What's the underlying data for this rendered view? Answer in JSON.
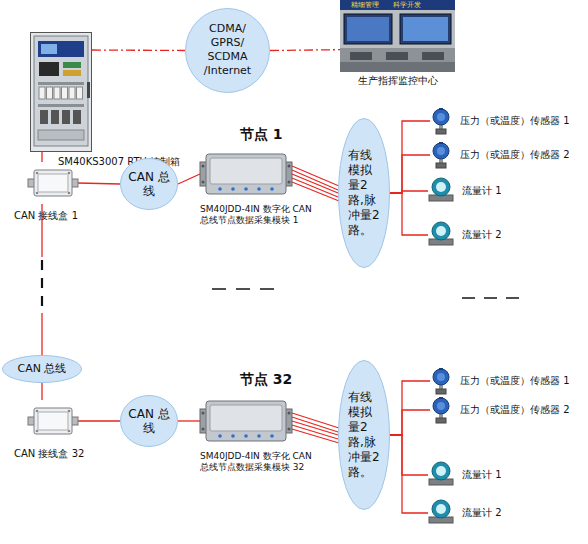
{
  "diagram": {
    "nodes": [
      {
        "text": [
          "SM40KS3007 RTU 控制箱"
        ]
      },
      {
        "text": [
          "CDMA/ GPRS/ SCDMA /Internet"
        ]
      },
      {
        "text": [
          "生产指挥监控中心"
        ]
      },
      {
        "text": [
          "CAN 接线盒 1"
        ]
      },
      {
        "text": [
          "CAN 总线"
        ]
      },
      {
        "text": [
          "节点 1",
          "SM40JDD-4IN 数字化 CAN 总线节点数据采集模块 1"
        ]
      },
      {
        "text": [
          "有线模拟量2路,脉冲量2路。"
        ]
      },
      {
        "text": [
          "压力（或温度）传感器 1"
        ]
      },
      {
        "text": [
          "压力（或温度）传感器 2"
        ]
      },
      {
        "text": [
          "流量计 1"
        ]
      },
      {
        "text": [
          "流量计 2"
        ]
      },
      {
        "text": [
          "CAN 总线"
        ]
      },
      {
        "text": [
          "CAN 接线盒 32"
        ]
      },
      {
        "text": [
          "CAN 总线"
        ]
      },
      {
        "text": [
          "节点 32",
          "SM40JDD-4IN 数字化 CAN 总线节点数据采集模块 32"
        ]
      },
      {
        "text": [
          "有线模拟量2路,脉冲量2路。"
        ]
      },
      {
        "text": [
          "压力（或温度）传感器 1"
        ]
      },
      {
        "text": [
          "压力（或温度）传感器 2"
        ]
      },
      {
        "text": [
          "流量计 1"
        ]
      },
      {
        "text": [
          "流量计 2"
        ]
      }
    ],
    "edges": [
      {
        "from": 0,
        "to": 1,
        "arrow": "none"
      },
      {
        "from": 1,
        "to": 2,
        "arrow": "none"
      },
      {
        "from": 0,
        "to": 3,
        "arrow": "none"
      },
      {
        "from": 3,
        "to": 4,
        "arrow": "none"
      },
      {
        "from": 4,
        "to": 5,
        "arrow": "none"
      },
      {
        "from": 5,
        "to": 6,
        "arrow": "none"
      },
      {
        "from": 6,
        "to": 7,
        "arrow": "none"
      },
      {
        "from": 6,
        "to": 8,
        "arrow": "none"
      },
      {
        "from": 6,
        "to": 9,
        "arrow": "none"
      },
      {
        "from": 6,
        "to": 10,
        "arrow": "none"
      },
      {
        "from": 3,
        "to": 11,
        "arrow": "none"
      },
      {
        "from": 11,
        "to": 12,
        "arrow": "none"
      },
      {
        "from": 12,
        "to": 13,
        "arrow": "none"
      },
      {
        "from": 13,
        "to": 14,
        "arrow": "none"
      },
      {
        "from": 14,
        "to": 15,
        "arrow": "none"
      },
      {
        "from": 15,
        "to": 16,
        "arrow": "none"
      },
      {
        "from": 15,
        "to": 17,
        "arrow": "none"
      },
      {
        "from": 15,
        "to": 18,
        "arrow": "none"
      },
      {
        "from": 15,
        "to": 19,
        "arrow": "none"
      }
    ],
    "labels": [
      "精细管理",
      "科学开发"
    ]
  }
}
